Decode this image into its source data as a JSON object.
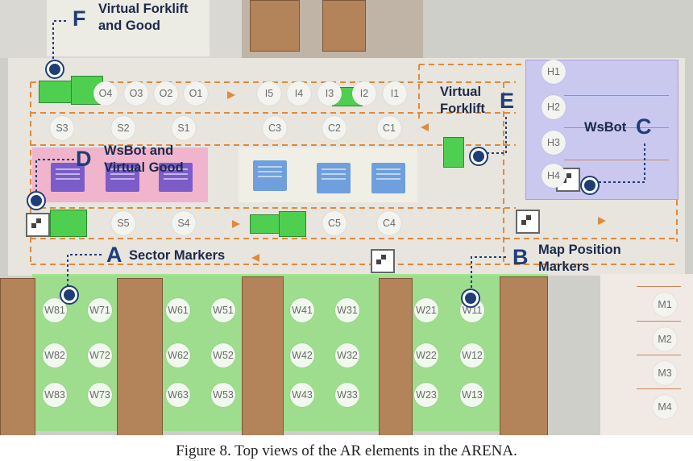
{
  "caption": "Figure 8. Top views of the AR elements in the ARENA.",
  "callouts": {
    "F": {
      "letter": "F",
      "lines": [
        "Virtual Forklift",
        "and Good"
      ]
    },
    "E": {
      "letter": "E",
      "lines": [
        "Virtual",
        "Forklift"
      ]
    },
    "D": {
      "letter": "D",
      "lines": [
        "WsBot and",
        "Virtual Good"
      ]
    },
    "C": {
      "letter": "C",
      "lines": [
        "WsBot"
      ]
    },
    "A": {
      "letter": "A",
      "lines": [
        "Sector Markers"
      ]
    },
    "B": {
      "letter": "B",
      "lines": [
        "Map Position",
        "Markers"
      ]
    }
  },
  "markers": {
    "top_row": [
      "O4",
      "O3",
      "O2",
      "O1",
      "I5",
      "I4",
      "I3",
      "I2",
      "I1"
    ],
    "s_row_top": [
      "S3",
      "S2",
      "S1",
      "C3",
      "C2",
      "C1"
    ],
    "s_row_bottom": [
      "S5",
      "S4",
      "C5",
      "C4"
    ],
    "h_column": [
      "H1",
      "H2",
      "H3",
      "H4"
    ],
    "m_column": [
      "M1",
      "M2",
      "M3",
      "M4"
    ],
    "w_row1": [
      "W81",
      "W71",
      "W61",
      "W51",
      "W41",
      "W31",
      "W21",
      "W11"
    ],
    "w_row2": [
      "W82",
      "W72",
      "W62",
      "W52",
      "W42",
      "W32",
      "W22",
      "W12"
    ],
    "w_row3": [
      "W83",
      "W73",
      "W63",
      "W53",
      "W43",
      "W33",
      "W23",
      "W13"
    ]
  },
  "colors": {
    "callout_blue": "#1f3e78",
    "sector_green": "#7ddc6c",
    "sector_pink": "#f2a8c8",
    "sector_lavender": "#c9c6f0",
    "arrow_orange": "#e08a3c",
    "virtual_good_purple": "#7b5cc9",
    "virtual_good_blue": "#6f9fdc"
  }
}
